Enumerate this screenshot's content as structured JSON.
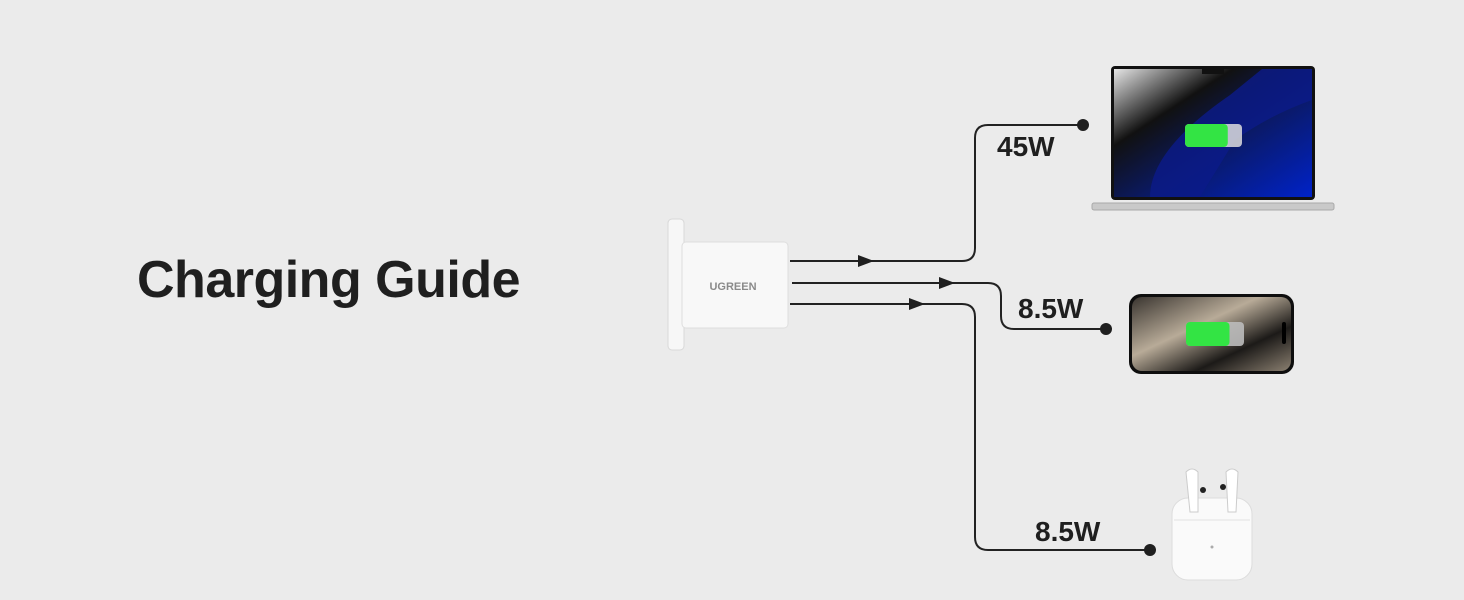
{
  "title": "Charging Guide",
  "charger": {
    "brand": "UGREEN"
  },
  "outputs": [
    {
      "device": "laptop",
      "power": "45W",
      "battery_level": 0.75
    },
    {
      "device": "phone",
      "power": "8.5W",
      "battery_level": 0.75
    },
    {
      "device": "earbuds",
      "power": "8.5W"
    }
  ],
  "colors": {
    "background": "#ebebeb",
    "line": "#222222",
    "battery": "#33e444"
  }
}
